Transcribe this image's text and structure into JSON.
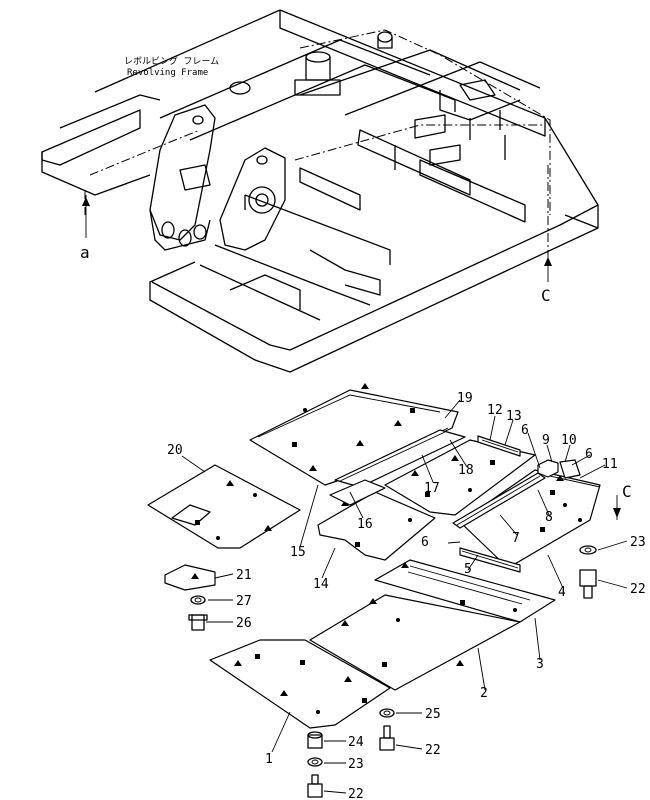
{
  "frame_title": {
    "japanese": "レボルビング フレーム",
    "english": "Revolving Frame"
  },
  "view_letters": {
    "a": "a",
    "c_frame": "C",
    "c_plate": "C"
  },
  "part_numbers": {
    "p1": "1",
    "p2": "2",
    "p3": "3",
    "p4": "4",
    "p5": "5",
    "p6a": "6",
    "p6b": "6",
    "p6c": "6",
    "p7": "7",
    "p8": "8",
    "p9": "9",
    "p10": "10",
    "p11": "11",
    "p12": "12",
    "p13": "13",
    "p14": "14",
    "p15": "15",
    "p16": "16",
    "p17": "17",
    "p18": "18",
    "p19": "19",
    "p20": "20",
    "p21": "21",
    "p22a": "22",
    "p22b": "22",
    "p22c": "22",
    "p23a": "23",
    "p23b": "23",
    "p24": "24",
    "p25": "25",
    "p26": "26",
    "p27": "27"
  }
}
